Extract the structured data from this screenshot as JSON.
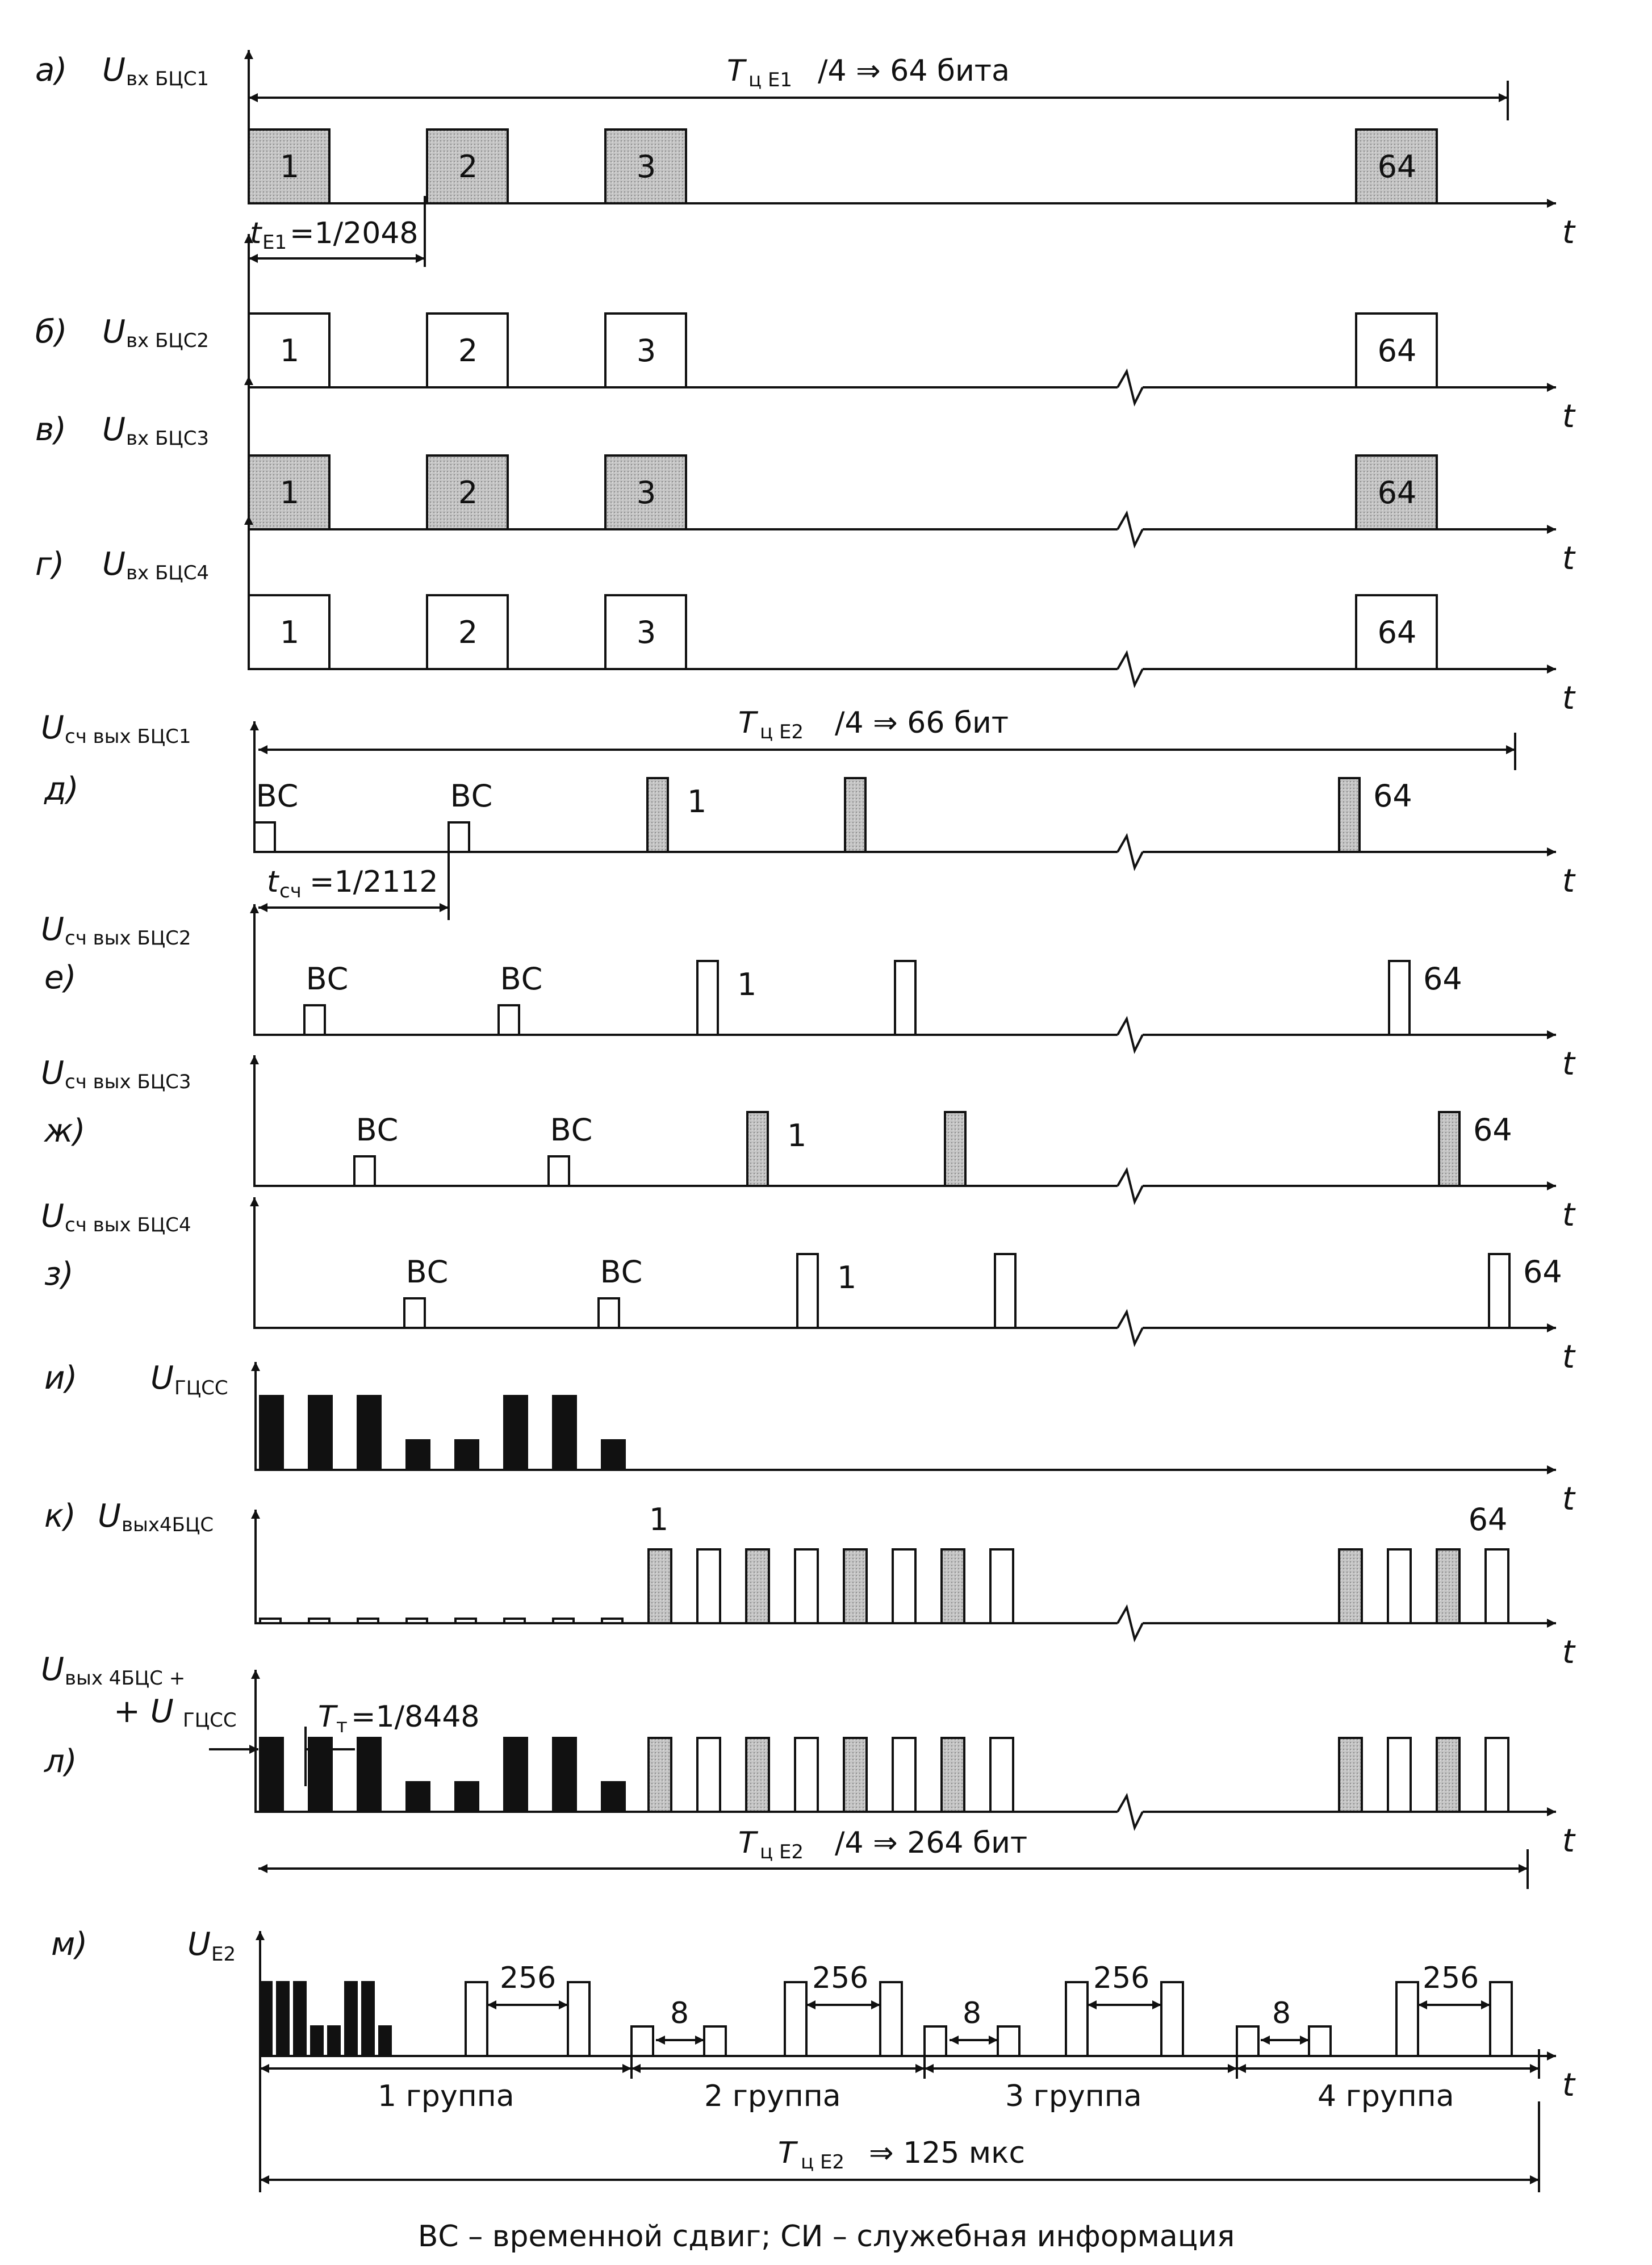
{
  "caption": "ВС – временной сдвиг; СИ – служебная информация",
  "t_label": "t",
  "bc_label": "ВС",
  "colors": {
    "shade": "#b8b8b8",
    "black": "#111111",
    "line": "#111111"
  },
  "rows": [
    {
      "letter": "а)",
      "sym": "U",
      "sub": "вх БЦС1",
      "type": "input",
      "shaded": true,
      "labels": [
        "1",
        "2",
        "3",
        "64"
      ]
    },
    {
      "letter": "б)",
      "sym": "U",
      "sub": "вх БЦС2",
      "type": "input",
      "shaded": false,
      "labels": [
        "1",
        "2",
        "3",
        "64"
      ]
    },
    {
      "letter": "в)",
      "sym": "U",
      "sub": "вх БЦС3",
      "type": "input",
      "shaded": true,
      "labels": [
        "1",
        "2",
        "3",
        "64"
      ]
    },
    {
      "letter": "г)",
      "sym": "U",
      "sub": "вх БЦС4",
      "type": "input",
      "shaded": false,
      "labels": [
        "1",
        "2",
        "3",
        "64"
      ]
    },
    {
      "letter": "д)",
      "sym": "U",
      "sub": "сч вых БЦС1",
      "type": "read",
      "shaded": true,
      "labels": [
        "1",
        "64"
      ]
    },
    {
      "letter": "е)",
      "sym": "U",
      "sub": "сч вых БЦС2",
      "type": "read",
      "shaded": false,
      "labels": [
        "1",
        "64"
      ]
    },
    {
      "letter": "ж)",
      "sym": "U",
      "sub": "сч вых БЦС3",
      "type": "read",
      "shaded": true,
      "labels": [
        "1",
        "64"
      ]
    },
    {
      "letter": "з)",
      "sym": "U",
      "sub": "сч вых БЦС4",
      "type": "read",
      "shaded": false,
      "labels": [
        "1",
        "64"
      ]
    },
    {
      "letter": "и)",
      "sym": "U",
      "sub": "ГЦСС",
      "type": "gcss"
    },
    {
      "letter": "к)",
      "sym": "U",
      "sub": "вых4БЦС",
      "type": "out4",
      "labels": [
        "1",
        "64"
      ]
    },
    {
      "letter": "л)",
      "sym": "U",
      "sub": "вых 4БЦС +",
      "sub2": "+ U",
      "sub3": "ГЦСС",
      "type": "sum"
    },
    {
      "letter": "м)",
      "sym": "U",
      "sub": "E2",
      "type": "e2"
    }
  ],
  "annotations": {
    "a_period": {
      "sym": "T",
      "sub": "ц E1",
      "text": "/4 ⇒ 64 бита"
    },
    "a_bit": {
      "sym": "t",
      "sub": "E1",
      "text": "=1/2048"
    },
    "d_period": {
      "sym": "T",
      "sub": "ц E2",
      "text": "/4 ⇒ 66 бит"
    },
    "d_bit": {
      "sym": "t",
      "sub": "сч",
      "text": "=1/2112"
    },
    "l_bit": {
      "sym": "T",
      "sub": "т",
      "text": "=1/8448"
    },
    "l_period": {
      "sym": "T",
      "sub": "ц E2",
      "text": "/4 ⇒ 264 бит"
    },
    "m_period": {
      "sym": "T",
      "sub": "ц E2",
      "text": "⇒ 125 мкс"
    },
    "m_groups": [
      "1 группа",
      "2 группа",
      "3 группа",
      "4 группа"
    ],
    "m_gap_256": "256",
    "m_gap_8": "8"
  }
}
